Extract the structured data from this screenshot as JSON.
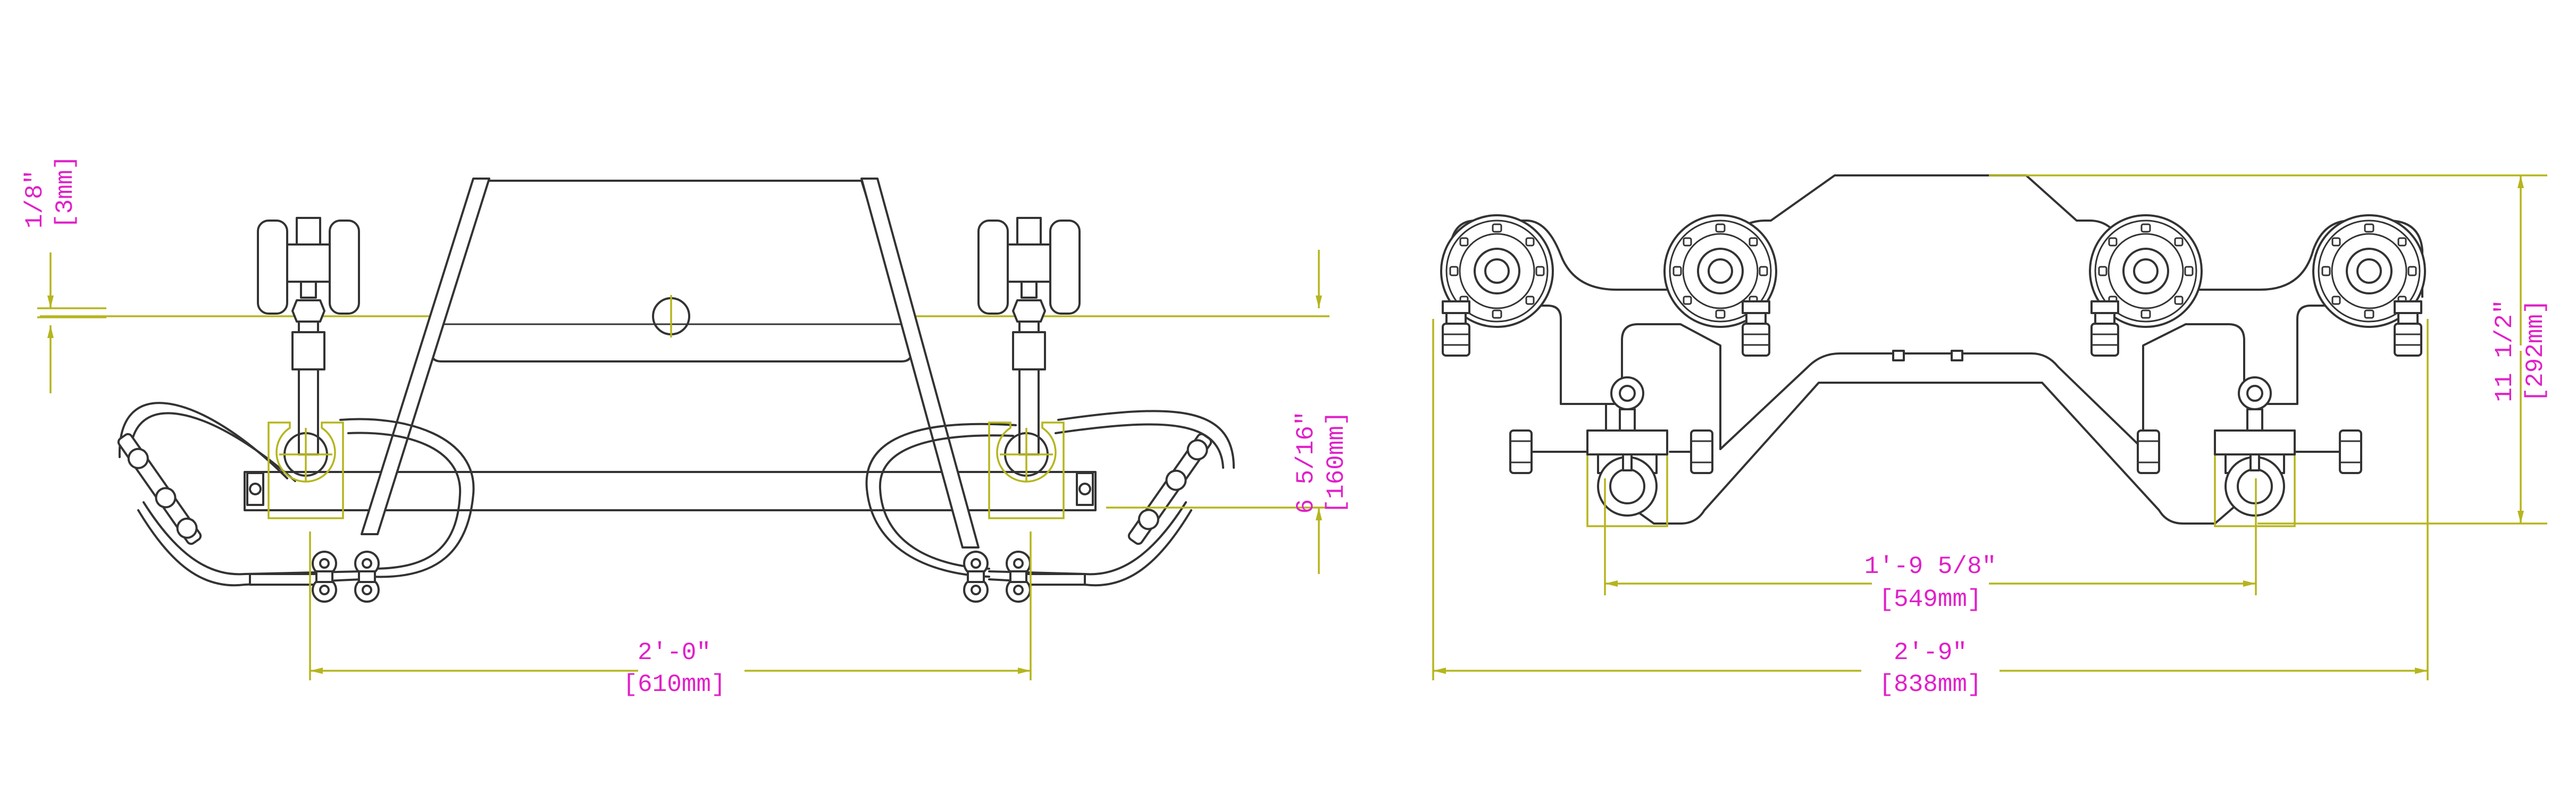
{
  "colors": {
    "linework": "#333333",
    "dimension_lines": "#b5b51e",
    "dimension_text": "#e020c8",
    "background": "#ffffff"
  },
  "left_view": {
    "dim_gap": {
      "imperial": "1/8\"",
      "metric": "[3mm]"
    },
    "dim_height": {
      "imperial": "6 5/16\"",
      "metric": "[160mm]"
    },
    "dim_width": {
      "imperial": "2'-0\"",
      "metric": "[610mm]"
    }
  },
  "right_view": {
    "dim_height": {
      "imperial": "11 1/2\"",
      "metric": "[292mm]"
    },
    "dim_inner": {
      "imperial": "1'-9 5/8\"",
      "metric": "[549mm]"
    },
    "dim_overall": {
      "imperial": "2'-9\"",
      "metric": "[838mm]"
    }
  }
}
